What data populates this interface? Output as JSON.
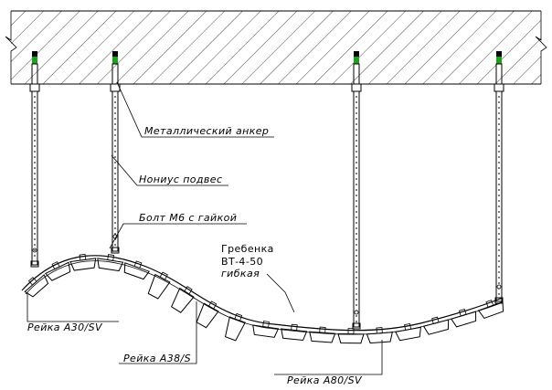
{
  "labels": {
    "anchor": "Металлический анкер",
    "hanger": "Нониус подвес",
    "bolt": "Болт М6 с гайкой",
    "comb_line1": "Гребенка",
    "comb_line2": "ВТ-4-50",
    "comb_line3": "гибкая",
    "rail_a30": "Рейка А30/SV",
    "rail_a38": "Рейка А38/S",
    "rail_a80": "Рейка А80/SV"
  },
  "colors": {
    "line": "#000000",
    "anchor_green": "#1aa31a",
    "hatch": "#000000"
  },
  "icons": {
    "anchor": "anchor-bolt-icon",
    "hanger": "nonius-hanger-icon"
  }
}
